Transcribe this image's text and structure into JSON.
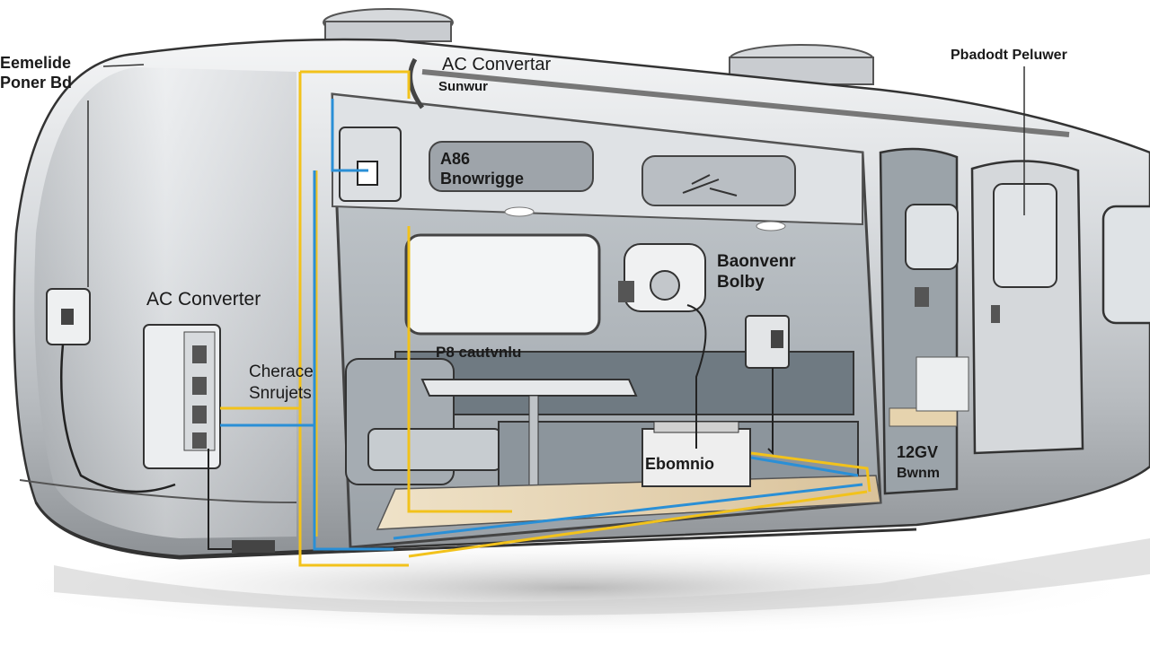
{
  "labels": {
    "top_left_line1": "Eemelide",
    "top_left_line2": "Poner Bd",
    "top_center_line1": "AC Convertar",
    "top_center_line2": "Sunwur",
    "top_right": "Pbadodt Peluwer",
    "cabinet_line1": "A86",
    "cabinet_line2": "Bnowrigge",
    "left_converter": "AC Converter",
    "charge_line1": "Cherace",
    "charge_line2": "Snrujets",
    "mid_right_line1": "Baonvenr",
    "mid_right_line2": "Bolby",
    "dinette": "P8 cautvnlu",
    "floor_battery": "Ebomnio",
    "right_battery_line1": "12GV",
    "right_battery_line2": "Bwnm"
  },
  "colors": {
    "body_silver": "#c9ccd0",
    "interior_gray": "#8d969d",
    "wire_yellow": "#f2c21b",
    "wire_blue": "#2a8fd6",
    "floor_wood": "#e8d4b0",
    "shadow": "#c4c4c4"
  }
}
